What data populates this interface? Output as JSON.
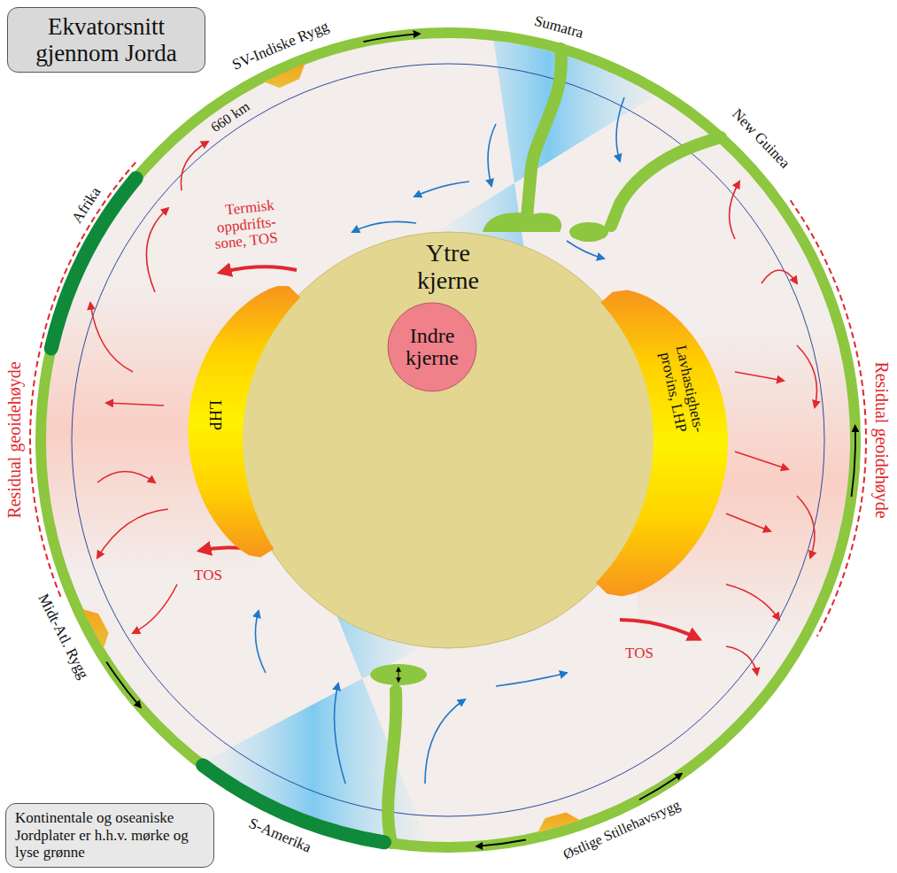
{
  "diagram": {
    "nodes": [
      {
        "text": [
          "Ekvatorsnitt gjennom Jorda"
        ]
      },
      {
        "text": [
          "Ytre kjerne"
        ]
      },
      {
        "text": [
          "Indre kjerne"
        ],
        "in": 1
      },
      {
        "text": [
          "LHP"
        ]
      },
      {
        "text": [
          "Lavhastighets- provins, LHP"
        ]
      },
      {
        "text": [
          "Kontinentale og oseaniske Jordplater er h.h.v. mørke og lyse grønne"
        ]
      }
    ],
    "labels": [
      "SV-Indiske Rygg",
      "Sumatra",
      "660 km",
      "New Guinea",
      "Afrika",
      "Termisk oppdrifts- sone, TOS",
      "Residual geoidehøyde",
      "Residual geoidehøyde",
      "TOS",
      "TOS",
      "Midt-Atl. Rygg",
      "S-Amerika",
      "Østlige Stillehavsrygg"
    ]
  }
}
